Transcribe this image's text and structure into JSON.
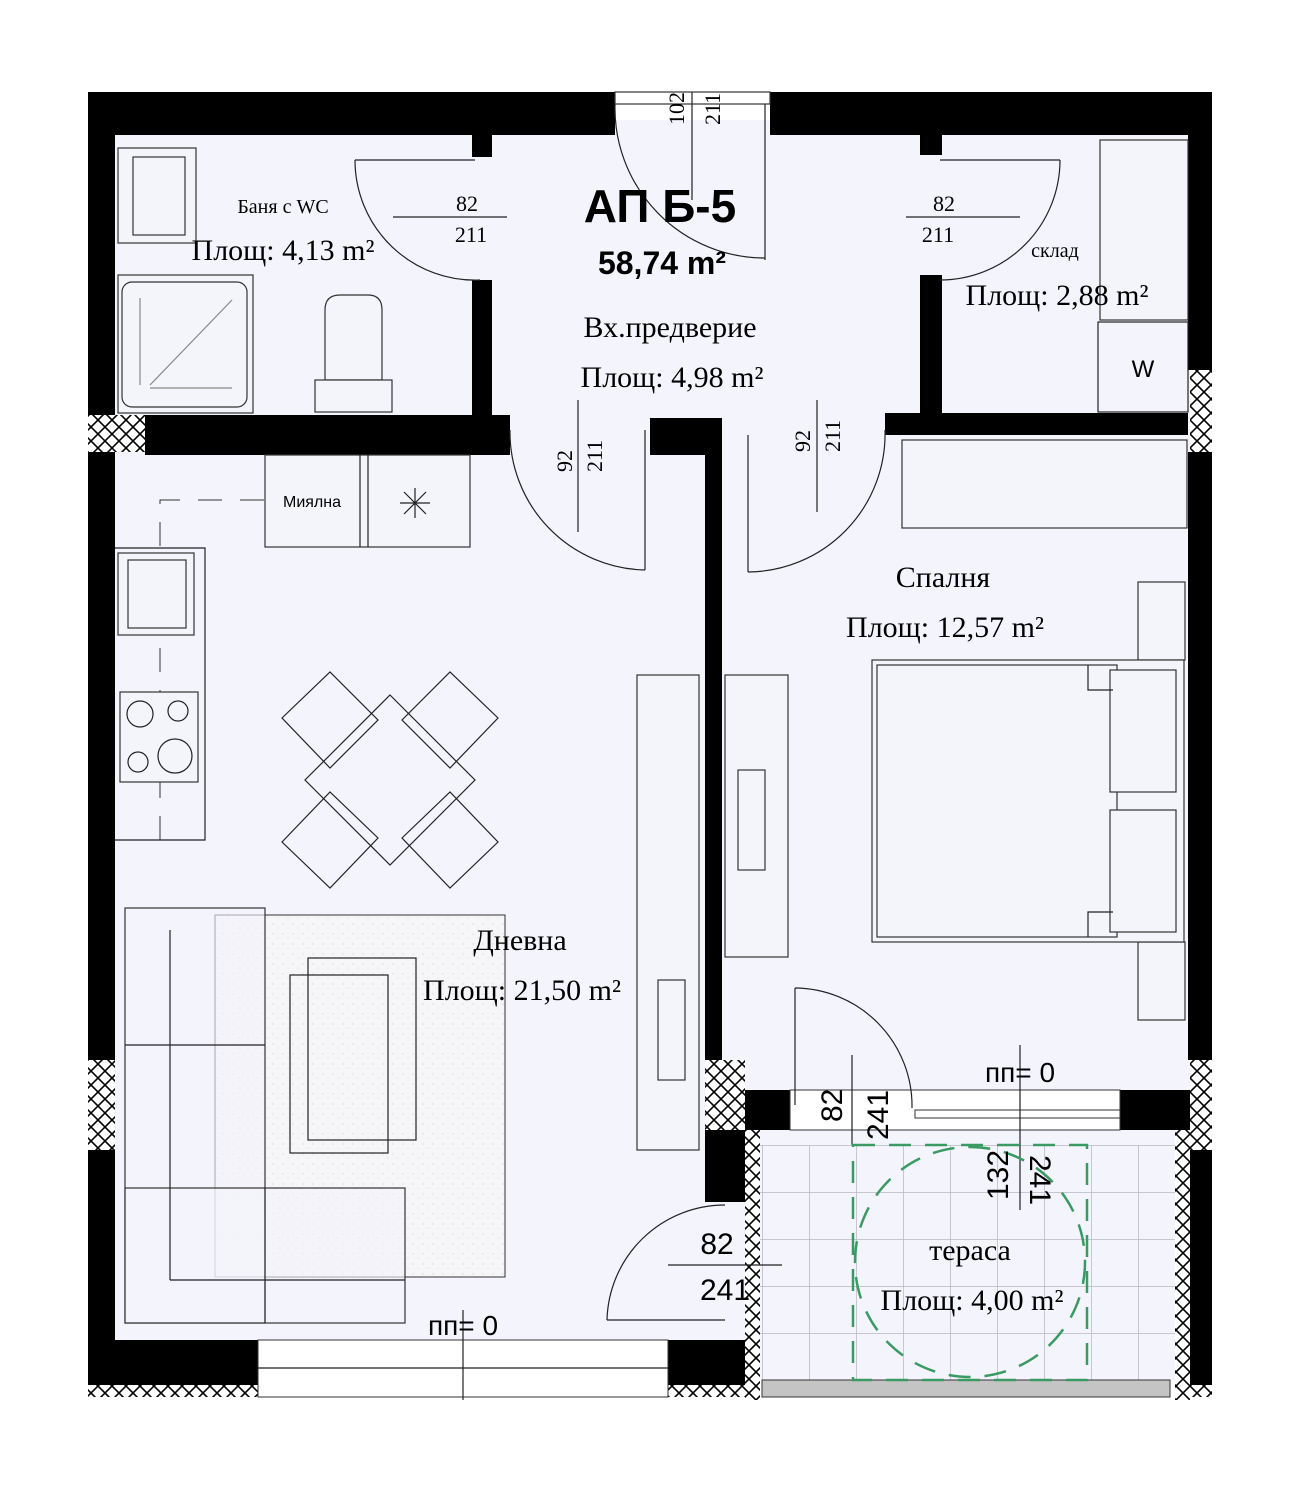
{
  "apartment": {
    "code": "АП Б-5",
    "total_area": "58,74 m²"
  },
  "rooms": {
    "bathroom": {
      "name": "Баня с WC",
      "area": "Площ: 4,13 m²"
    },
    "hall": {
      "name": "Вх.предверие",
      "area": "Площ: 4,98 m²"
    },
    "storage": {
      "name": "склад",
      "area": "Площ: 2,88 m²",
      "w_label": "W"
    },
    "living": {
      "name": "Дневна",
      "area": "Площ: 21,50 m²",
      "sink_label": "Миялна"
    },
    "bedroom": {
      "name": "Спалня",
      "area": "Площ: 12,57 m²"
    },
    "terrace": {
      "name": "тераса",
      "area": "Площ: 4,00 m²"
    }
  },
  "doors": {
    "entrance": {
      "width": "102",
      "height": "211"
    },
    "bathroom": {
      "width": "82",
      "height": "211"
    },
    "storage": {
      "width": "82",
      "height": "211"
    },
    "living": {
      "width": "92",
      "height": "211"
    },
    "bedroom": {
      "width": "92",
      "height": "211"
    },
    "bedroom_terrace": {
      "width": "82",
      "height": "241"
    },
    "living_terrace": {
      "width": "82",
      "height": "241"
    },
    "terrace_window": {
      "width": "132",
      "height": "241"
    }
  },
  "levels": {
    "bedroom": "пп= 0",
    "living": "пп= 0"
  },
  "colors": {
    "floor": "#f4f4fc",
    "wall": "#000000",
    "accessible_circle": "#3a9a63"
  }
}
